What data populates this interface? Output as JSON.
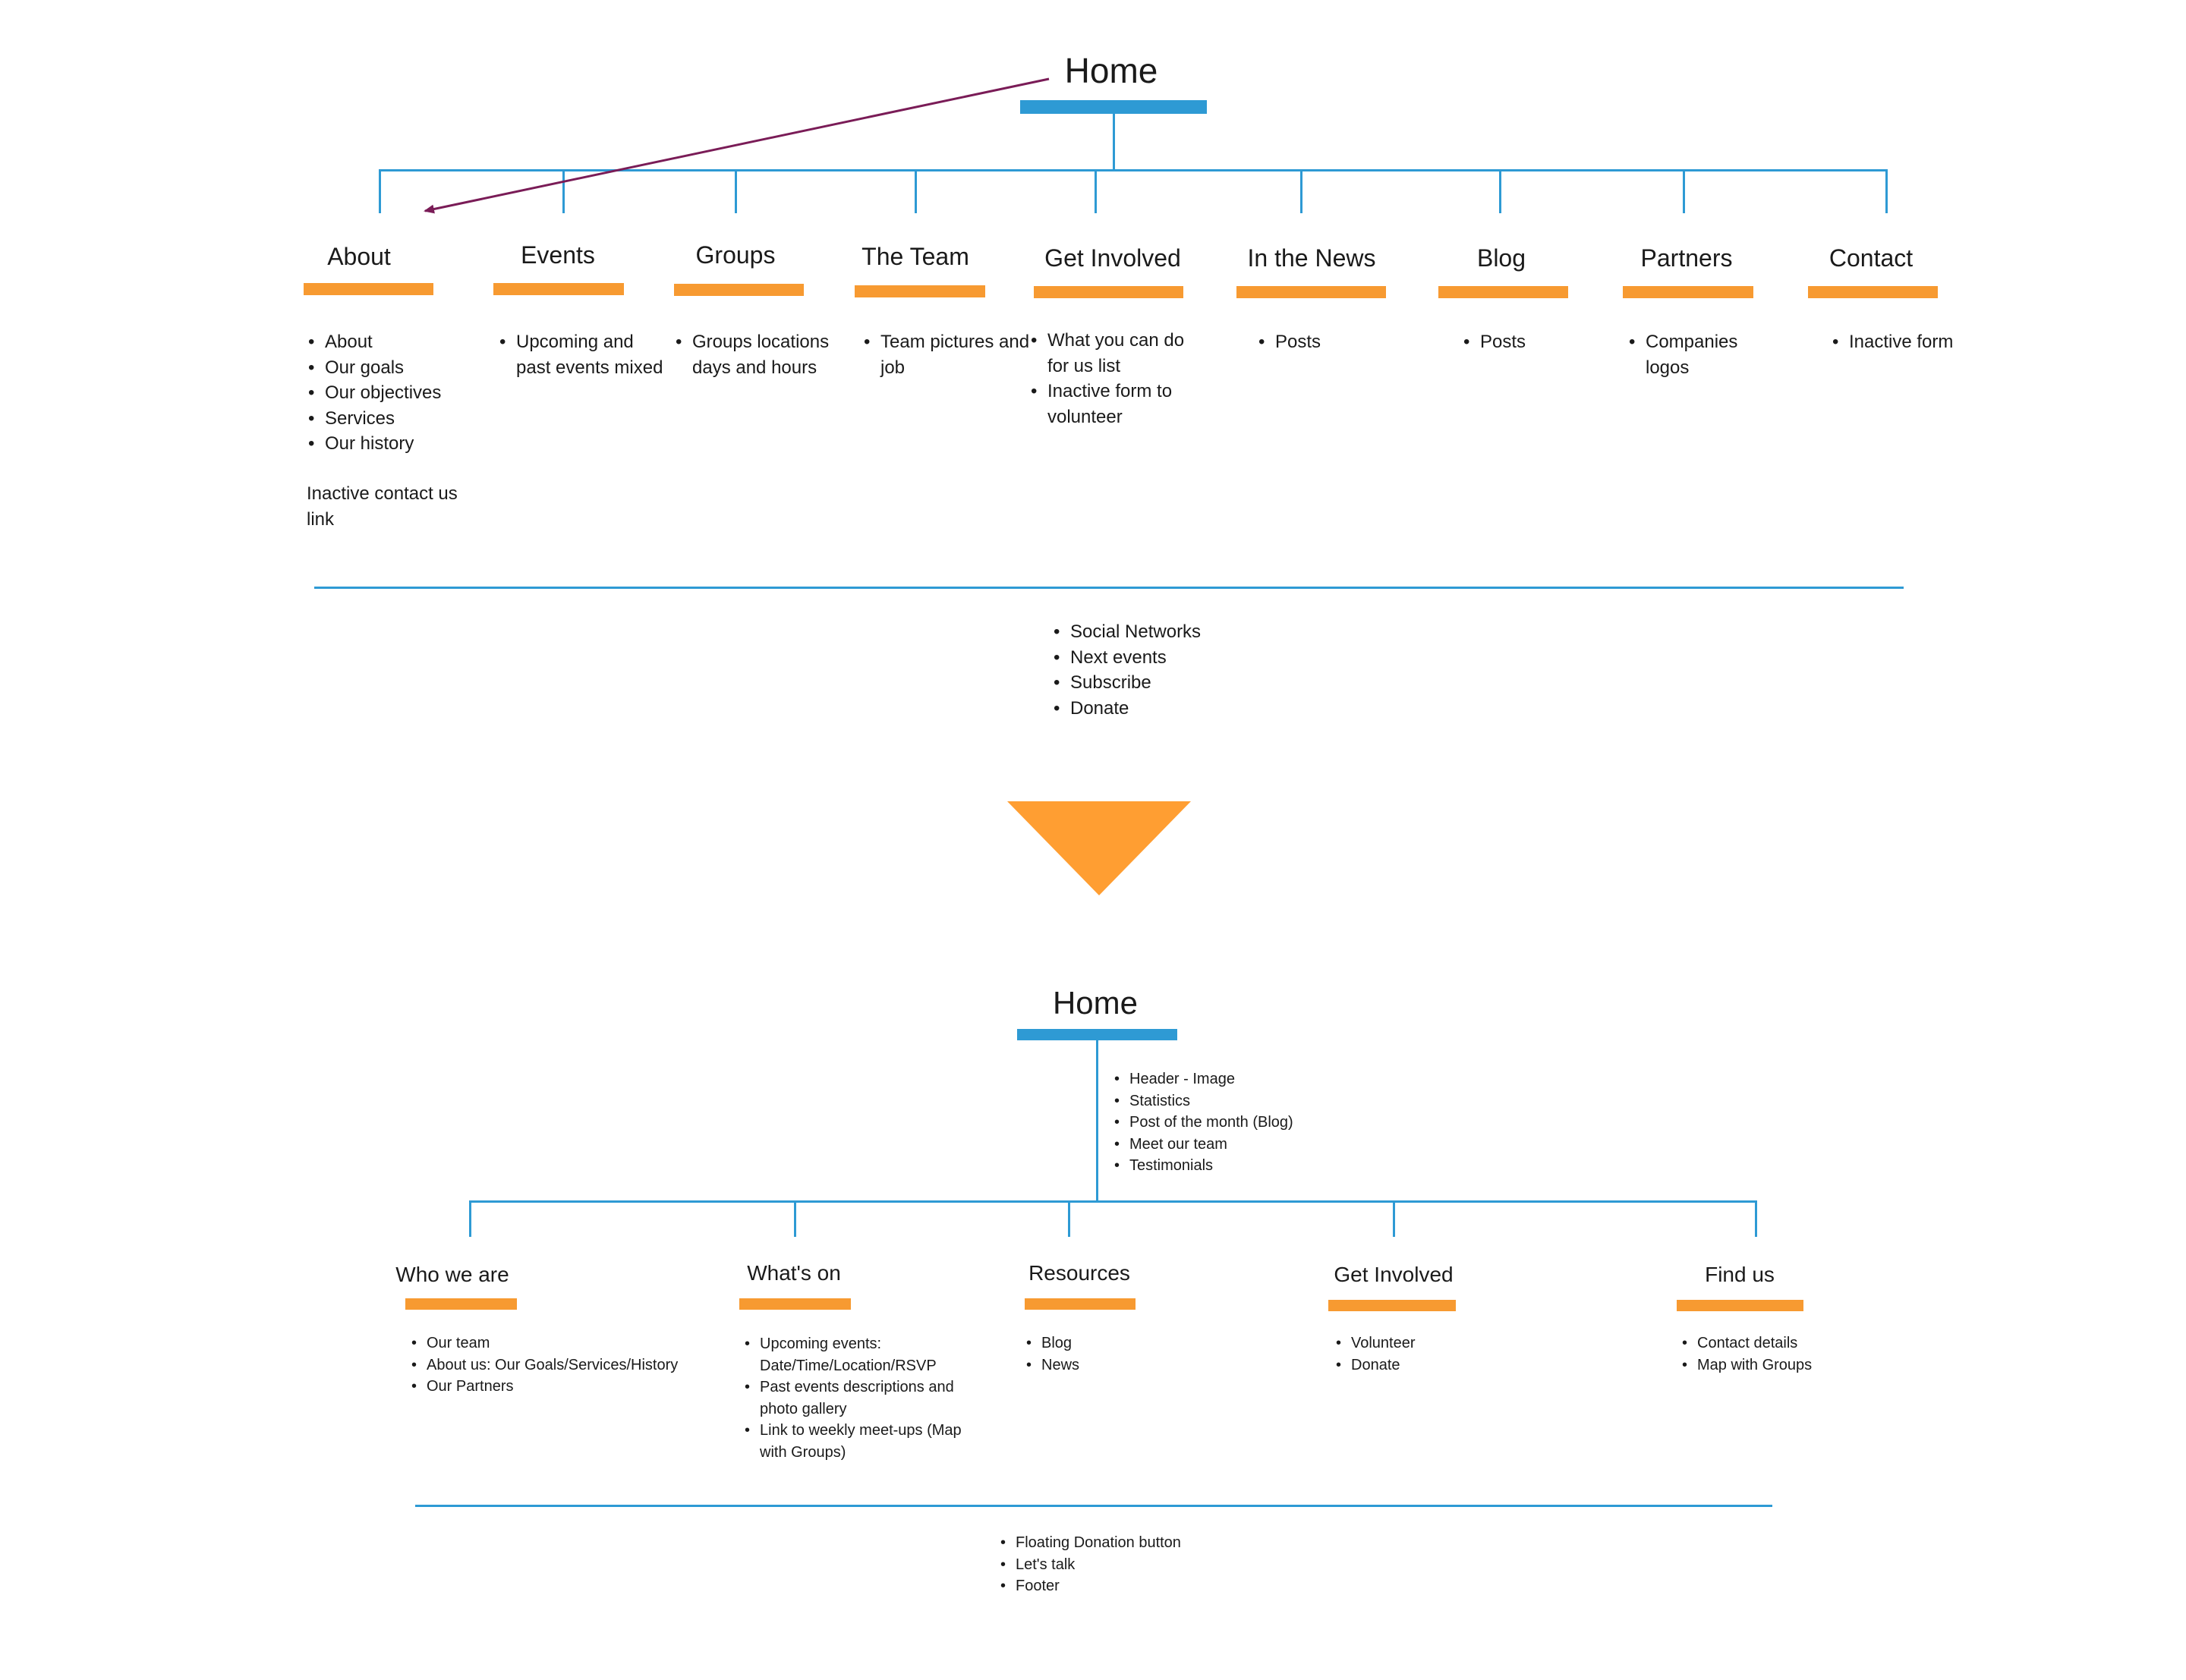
{
  "colors": {
    "accent_blue": "#2e9ad4",
    "accent_orange": "#f79a31",
    "arrow": "#7a1c57"
  },
  "sitemap_before": {
    "home_label": "Home",
    "sections": [
      {
        "title": "About",
        "items": [
          "About",
          "Our goals",
          "Our objectives",
          "Services",
          "Our history"
        ],
        "note": "Inactive contact us link"
      },
      {
        "title": "Events",
        "items": [
          "Upcoming and past events mixed"
        ]
      },
      {
        "title": "Groups",
        "items": [
          "Groups locations days and hours"
        ]
      },
      {
        "title": "The Team",
        "items": [
          "Team pictures and job"
        ]
      },
      {
        "title": "Get Involved",
        "items": [
          "What you can do for us list",
          "Inactive form to volunteer"
        ]
      },
      {
        "title": "In the News",
        "items": [
          "Posts"
        ]
      },
      {
        "title": "Blog",
        "items": [
          "Posts"
        ]
      },
      {
        "title": "Partners",
        "items": [
          "Companies logos"
        ]
      },
      {
        "title": "Contact",
        "items": [
          "Inactive form"
        ]
      }
    ],
    "global_items": [
      "Social Networks",
      "Next events",
      "Subscribe",
      "Donate"
    ]
  },
  "sitemap_after": {
    "home_label": "Home",
    "home_items": [
      "Header - Image",
      "Statistics",
      "Post of the month (Blog)",
      "Meet our team",
      "Testimonials"
    ],
    "sections": [
      {
        "title": "Who we are",
        "items": [
          "Our team",
          "About us: Our Goals/Services/History",
          "Our Partners"
        ]
      },
      {
        "title": "What's on",
        "items": [
          "Upcoming events: Date/Time/Location/RSVP",
          "Past events descriptions and photo gallery",
          "Link to weekly meet-ups (Map with Groups)"
        ]
      },
      {
        "title": "Resources",
        "items": [
          "Blog",
          "News"
        ]
      },
      {
        "title": "Get Involved",
        "items": [
          "Volunteer",
          "Donate"
        ]
      },
      {
        "title": "Find us",
        "items": [
          "Contact details",
          "Map with Groups"
        ]
      }
    ],
    "global_items": [
      "Floating Donation button",
      "Let's talk",
      "Footer"
    ]
  }
}
